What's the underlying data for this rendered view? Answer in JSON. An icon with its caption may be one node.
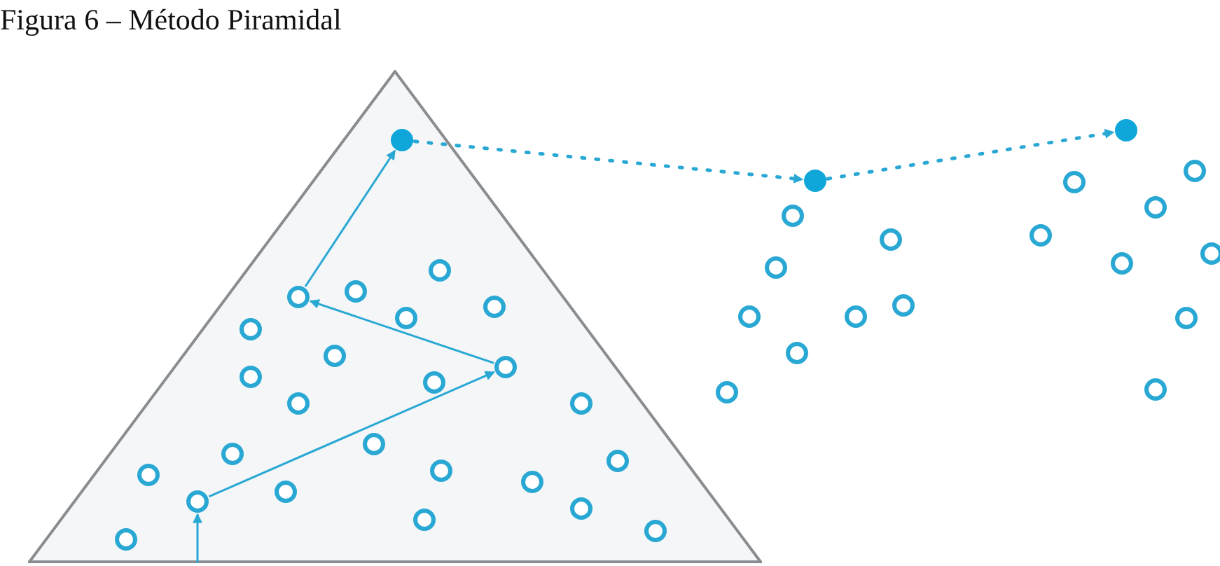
{
  "diagram": {
    "title": "Figura 6 – Método Piramidal",
    "nodes": [
      {
        "text": [],
        "shape": "triangle"
      },
      {
        "text": [],
        "shape": "circle",
        "in": 0
      },
      {
        "text": [],
        "shape": "circle",
        "in": 0
      },
      {
        "text": [],
        "shape": "circle",
        "in": 0
      },
      {
        "text": [],
        "shape": "circle",
        "in": 0
      },
      {
        "text": [],
        "shape": "circle",
        "in": 0
      },
      {
        "text": [],
        "shape": "circle",
        "in": 0
      },
      {
        "text": [],
        "shape": "circle",
        "in": 0
      },
      {
        "text": [],
        "shape": "circle",
        "in": 0
      },
      {
        "text": [],
        "shape": "circle",
        "in": 0
      },
      {
        "text": [],
        "shape": "circle",
        "in": 0
      },
      {
        "text": [],
        "shape": "circle",
        "in": 0
      },
      {
        "text": [],
        "shape": "circle",
        "in": 0
      },
      {
        "text": [],
        "shape": "circle",
        "in": 0
      },
      {
        "text": [],
        "shape": "circle",
        "in": 0
      },
      {
        "text": [],
        "shape": "circle",
        "in": 0
      },
      {
        "text": [],
        "shape": "circle",
        "in": 0
      },
      {
        "text": [],
        "shape": "circle",
        "in": 0
      },
      {
        "text": [],
        "shape": "circle",
        "in": 0
      },
      {
        "text": [],
        "shape": "circle",
        "in": 0
      },
      {
        "text": [],
        "shape": "circle",
        "in": 0
      },
      {
        "text": [],
        "shape": "circle",
        "in": 0
      },
      {
        "text": [],
        "shape": "circle",
        "in": 0
      },
      {
        "text": [],
        "shape": "circle",
        "in": 0
      },
      {
        "text": [],
        "shape": "circle",
        "in": 0
      },
      {
        "text": [],
        "shape": "circle",
        "in": 0
      },
      {
        "text": [],
        "shape": "circle"
      },
      {
        "text": [],
        "shape": "circle"
      },
      {
        "text": [],
        "shape": "circle"
      },
      {
        "text": [],
        "shape": "circle"
      },
      {
        "text": [],
        "shape": "circle"
      },
      {
        "text": [],
        "shape": "circle"
      },
      {
        "text": [],
        "shape": "circle"
      },
      {
        "text": [],
        "shape": "circle"
      },
      {
        "text": [],
        "shape": "circle"
      },
      {
        "text": [],
        "shape": "circle"
      },
      {
        "text": [],
        "shape": "circle"
      },
      {
        "text": [],
        "shape": "circle"
      },
      {
        "text": [],
        "shape": "circle"
      },
      {
        "text": [],
        "shape": "circle"
      },
      {
        "text": [],
        "shape": "circle"
      },
      {
        "text": [],
        "shape": "circle"
      },
      {
        "text": [],
        "shape": "circle"
      },
      {
        "text": [],
        "shape": "circle"
      }
    ],
    "edges": [
      {
        "from": null,
        "to": 21,
        "arrow": "to"
      },
      {
        "from": 21,
        "to": 9,
        "arrow": "to"
      },
      {
        "from": 9,
        "to": 4,
        "arrow": "to"
      },
      {
        "from": 4,
        "to": 1,
        "arrow": "to"
      },
      {
        "from": 1,
        "to": 28,
        "arrow": "to",
        "style": "dashed"
      },
      {
        "from": 28,
        "to": 26,
        "arrow": "to",
        "style": "dashed"
      }
    ]
  }
}
